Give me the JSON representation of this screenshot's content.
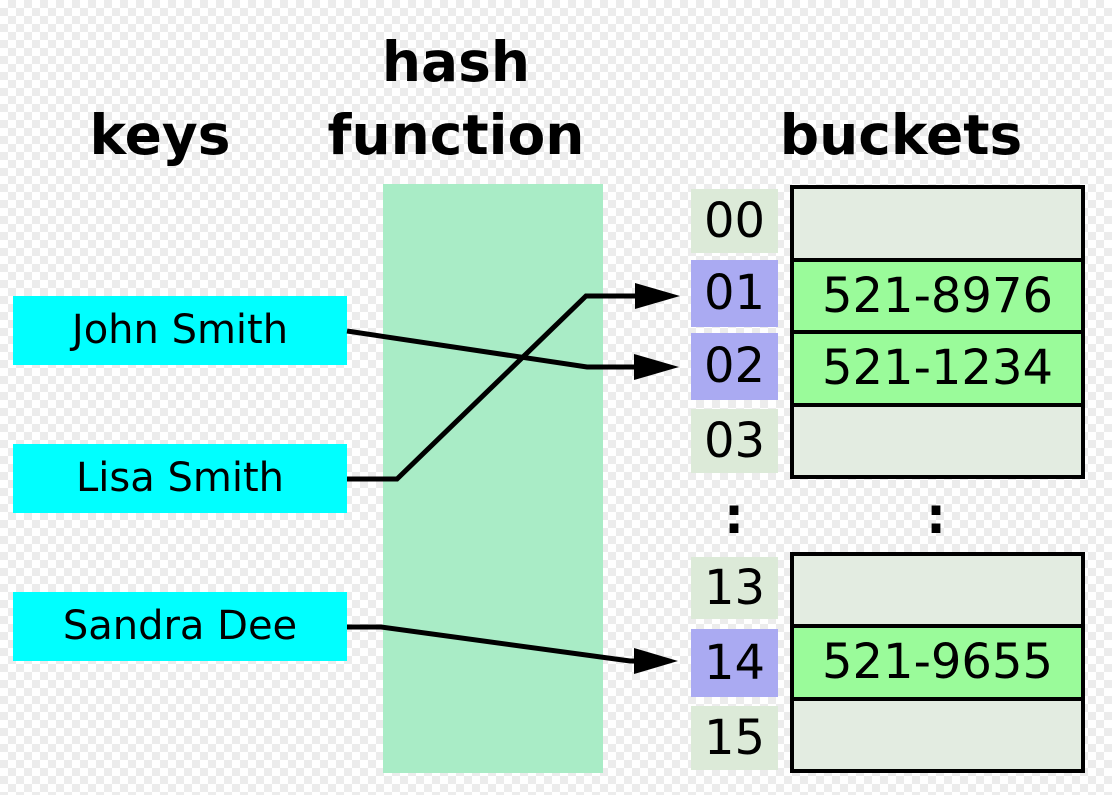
{
  "headings": {
    "keys": "keys",
    "hash_function_line1": "hash",
    "hash_function_line2": "function",
    "buckets": "buckets"
  },
  "keys": [
    {
      "label": "John Smith",
      "maps_to_index": "02"
    },
    {
      "label": "Lisa Smith",
      "maps_to_index": "01"
    },
    {
      "label": "Sandra Dee",
      "maps_to_index": "14"
    }
  ],
  "bucket_blocks": [
    {
      "rows": [
        {
          "index": "00",
          "value": "",
          "highlighted": false
        },
        {
          "index": "01",
          "value": "521-8976",
          "highlighted": true
        },
        {
          "index": "02",
          "value": "521-1234",
          "highlighted": true
        },
        {
          "index": "03",
          "value": "",
          "highlighted": false
        }
      ]
    },
    {
      "rows": [
        {
          "index": "13",
          "value": "",
          "highlighted": false
        },
        {
          "index": "14",
          "value": "521-9655",
          "highlighted": true
        },
        {
          "index": "15",
          "value": "",
          "highlighted": false
        }
      ]
    }
  ],
  "separator": ":",
  "colors": {
    "key_box": "#00ffff",
    "hash_function_box": "#a9ecc6",
    "index_cell_normal": "#dcead8",
    "index_cell_highlight": "#aaaaf2",
    "bucket_empty": "#e3ece1",
    "bucket_filled": "#9afb9a",
    "line": "#000000"
  }
}
